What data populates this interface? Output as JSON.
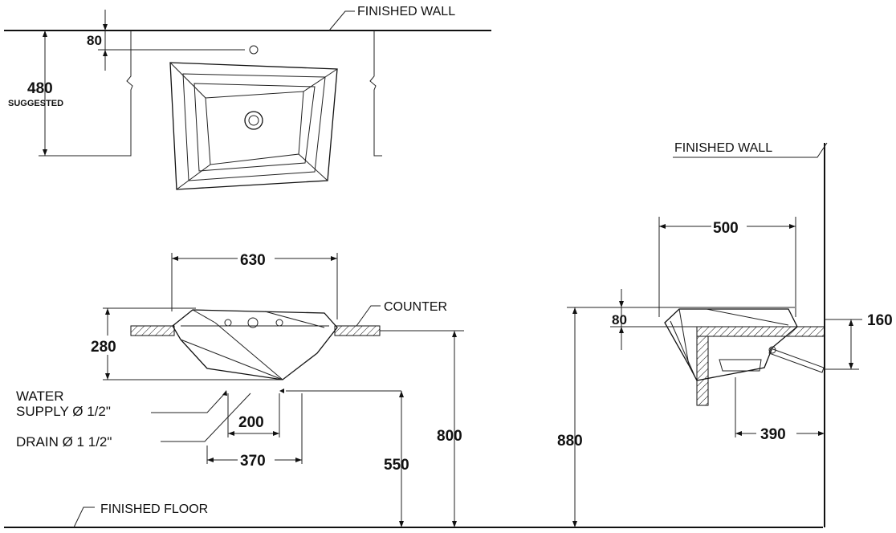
{
  "labels": {
    "finished_wall_top": "FINISHED  WALL",
    "finished_wall_side": "FINISHED  WALL",
    "counter": "COUNTER",
    "water_supply_line1": "WATER",
    "water_supply_line2": "SUPPLY Ø 1/2\"",
    "drain": "DRAIN Ø 1 1/2\"",
    "finished_floor": "FINISHED  FLOOR",
    "suggested": "SUGGESTED"
  },
  "dimensions": {
    "top_offset": "80",
    "suggested_height": "480",
    "basin_width": "630",
    "basin_height": "280",
    "counter_height": "800",
    "supply_spacing_inner": "200",
    "supply_spacing_outer": "370",
    "supply_height": "550",
    "side_total_height": "880",
    "side_top_offset": "80",
    "side_depth": "500",
    "side_drain_offset": "390",
    "side_right_clearance": "160"
  }
}
